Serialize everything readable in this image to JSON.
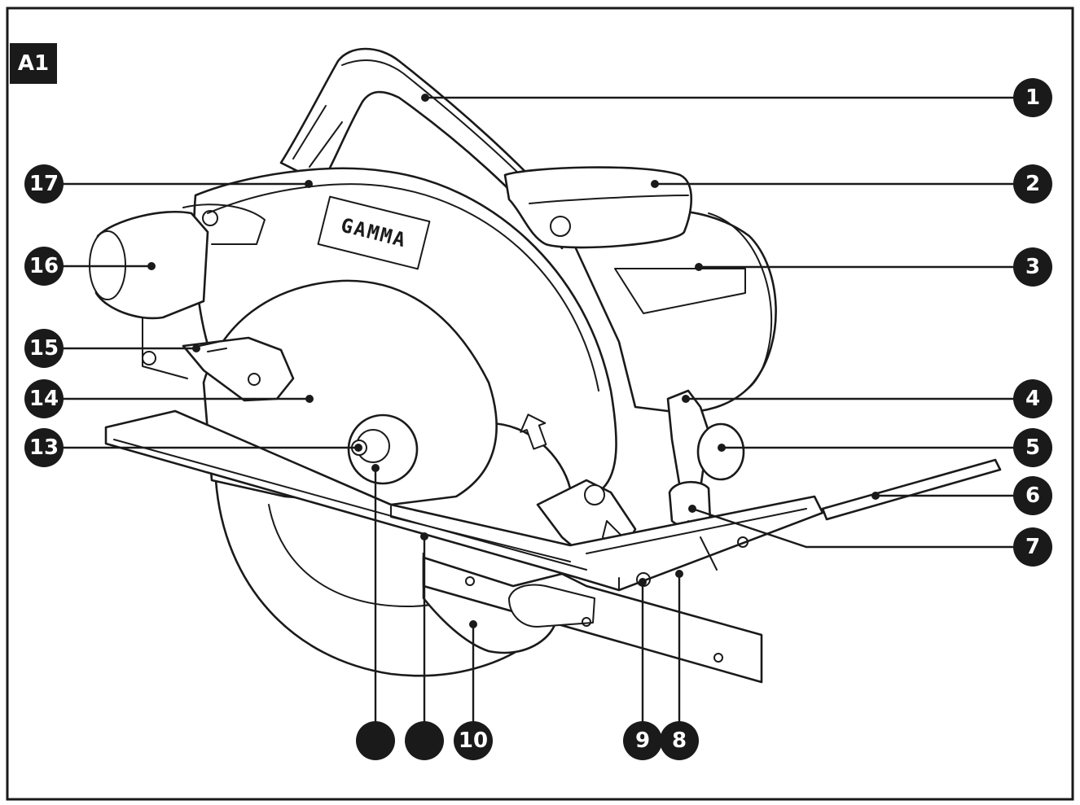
{
  "figure": {
    "label": "A1",
    "brand": "GAMMA"
  },
  "callouts": [
    {
      "id": "c1",
      "number": "1"
    },
    {
      "id": "c2",
      "number": "2"
    },
    {
      "id": "c3",
      "number": "3"
    },
    {
      "id": "c4",
      "number": "4"
    },
    {
      "id": "c5",
      "number": "5"
    },
    {
      "id": "c6",
      "number": "6"
    },
    {
      "id": "c7",
      "number": "7"
    },
    {
      "id": "c8",
      "number": "8"
    },
    {
      "id": "c9",
      "number": "9"
    },
    {
      "id": "c10",
      "number": "10"
    },
    {
      "id": "c11",
      "number": ""
    },
    {
      "id": "c12",
      "number": ""
    },
    {
      "id": "c13",
      "number": "13"
    },
    {
      "id": "c14",
      "number": "14"
    },
    {
      "id": "c15",
      "number": "15"
    },
    {
      "id": "c16",
      "number": "16"
    },
    {
      "id": "c17",
      "number": "17"
    }
  ],
  "colors": {
    "ink": "#1a1a1a",
    "paper": "#ffffff"
  }
}
